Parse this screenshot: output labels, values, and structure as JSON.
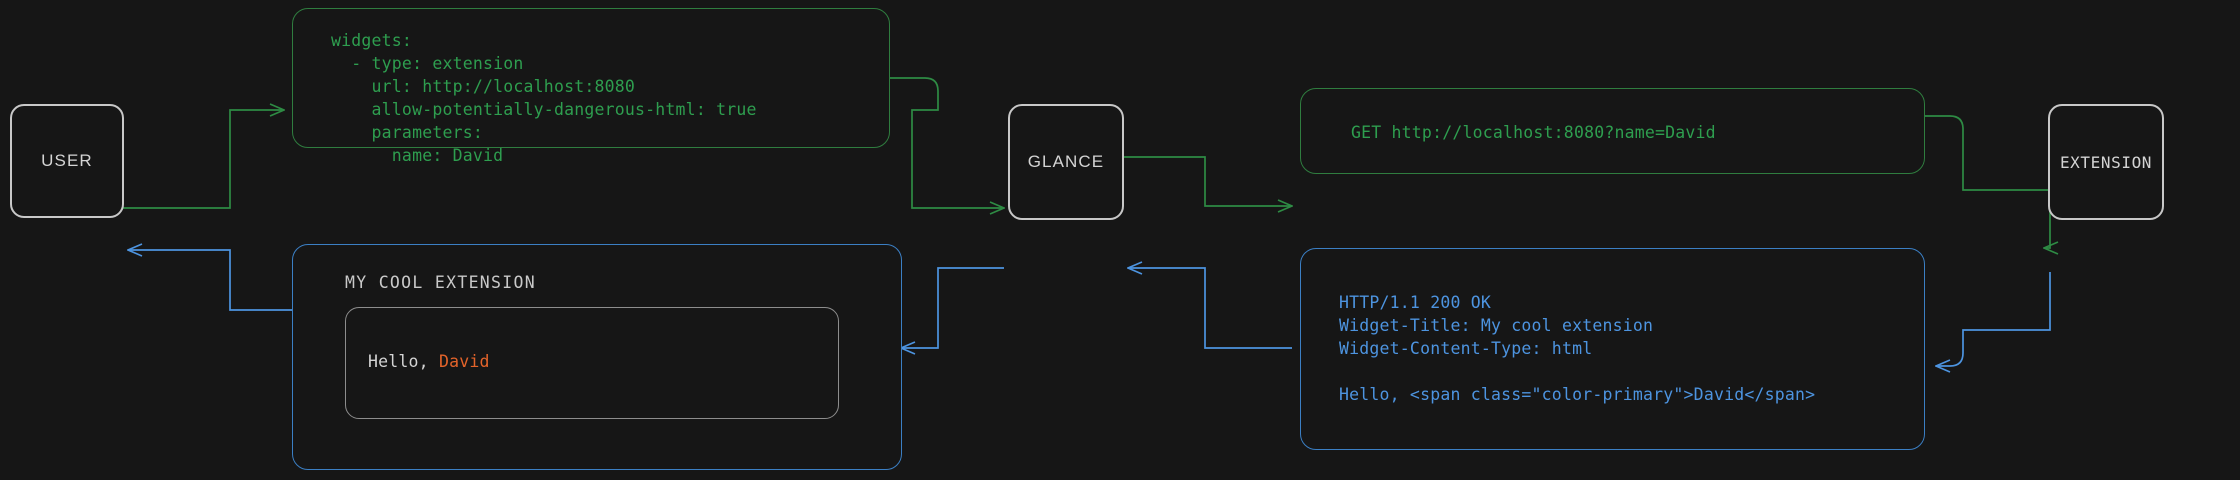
{
  "diagram": {
    "title": "Glance extension widget data flow",
    "background": "#161616",
    "request_color": "#2e9e4f",
    "response_color": "#4d94e0",
    "node_border_color": "#c8c8c8",
    "accent_color": "#e3632a"
  },
  "nodes": {
    "user": {
      "label": "USER"
    },
    "glance": {
      "label": "GLANCE"
    },
    "extension": {
      "label": "EXTENSION"
    }
  },
  "boxes": {
    "yaml_config": {
      "kind": "request",
      "color": "#2e9e4f",
      "text": "widgets:\n  - type: extension\n    url: http://localhost:8080\n    allow-potentially-dangerous-html: true\n    parameters:\n      name: David"
    },
    "http_request": {
      "kind": "request",
      "color": "#2e9e4f",
      "text": "GET http://localhost:8080?name=David"
    },
    "http_response": {
      "kind": "response",
      "color": "#4d94e0",
      "text": "HTTP/1.1 200 OK\nWidget-Title: My cool extension\nWidget-Content-Type: html\n\nHello, <span class=\"color-primary\">David</span>"
    },
    "rendered_widget": {
      "kind": "response",
      "color": "#4d94e0",
      "title": "MY COOL EXTENSION",
      "body_prefix": "Hello, ",
      "body_accent": "David"
    }
  },
  "edges": [
    {
      "name": "user-to-yaml",
      "direction": "right",
      "color": "#2e9e4f"
    },
    {
      "name": "yaml-to-glance",
      "direction": "right",
      "color": "#2e9e4f"
    },
    {
      "name": "glance-to-http-request",
      "direction": "right",
      "color": "#2e9e4f"
    },
    {
      "name": "http-request-to-extension",
      "direction": "right",
      "color": "#2e9e4f"
    },
    {
      "name": "extension-to-http-response",
      "direction": "left",
      "color": "#4d94e0"
    },
    {
      "name": "http-response-to-glance",
      "direction": "left",
      "color": "#4d94e0"
    },
    {
      "name": "glance-to-rendered-widget",
      "direction": "left",
      "color": "#4d94e0"
    },
    {
      "name": "rendered-widget-to-user",
      "direction": "left",
      "color": "#4d94e0"
    }
  ]
}
